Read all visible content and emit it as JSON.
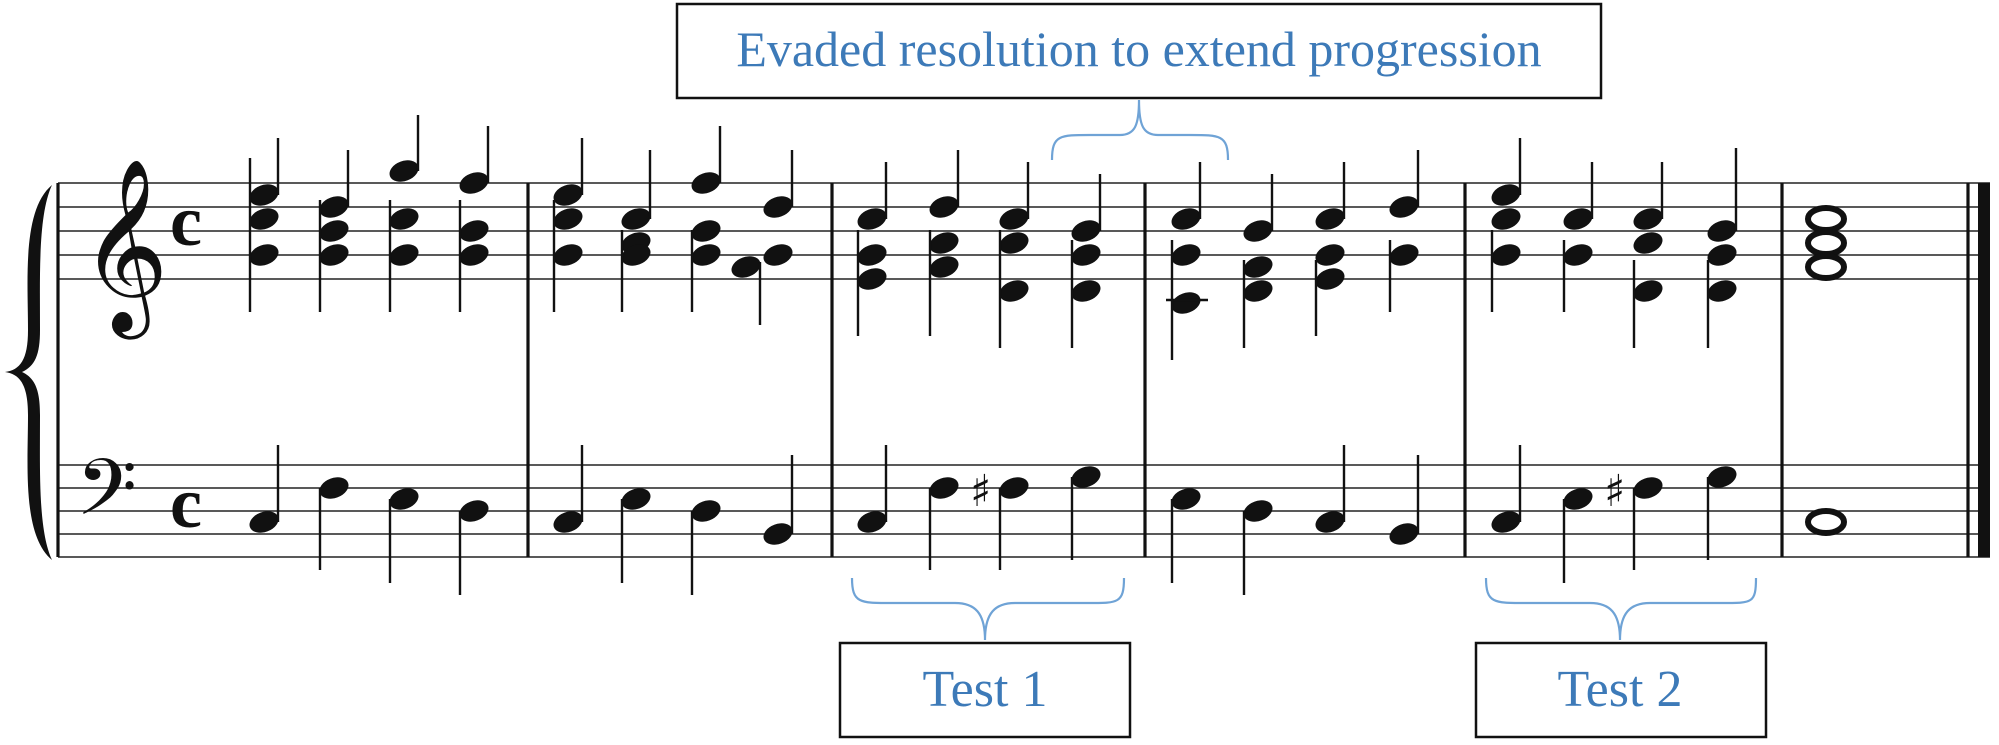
{
  "annotations": {
    "top": "Evaded resolution to extend progression",
    "test1": "Test 1",
    "test2": "Test 2"
  },
  "time_signature": "c",
  "colors": {
    "annotation_text": "#3d7ab8",
    "brace": "#6fa3d6",
    "ink": "#111111"
  },
  "clefs": {
    "treble": "treble-clef",
    "bass": "bass-clef"
  }
}
